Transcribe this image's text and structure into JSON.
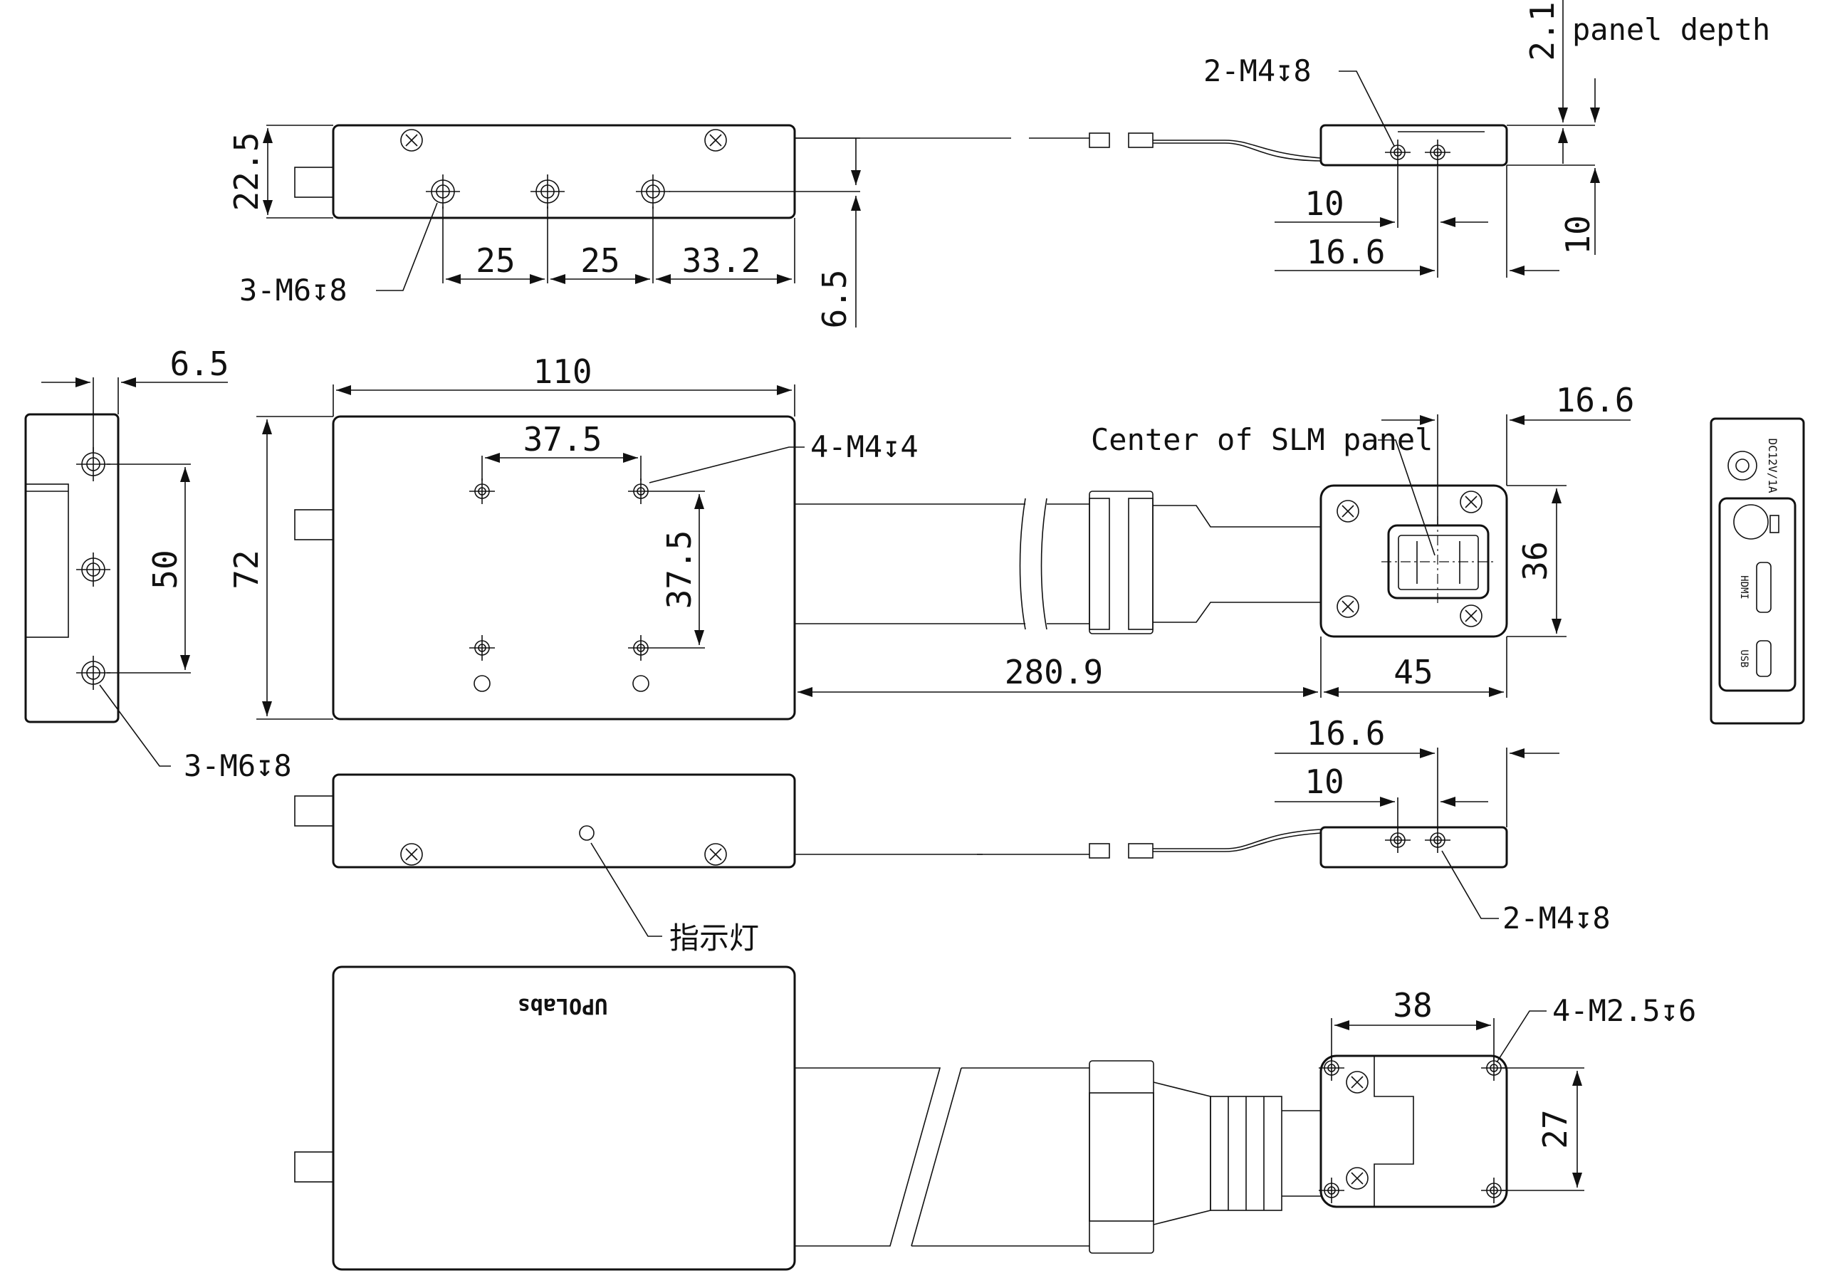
{
  "dims": {
    "top_height": "22.5",
    "top_spacing_a": "25",
    "top_spacing_b": "25",
    "top_spacing_c": "33.2",
    "top_offset": "6.5",
    "top_right_10": "10",
    "top_right_16": "16.6",
    "top_right_10v": "10",
    "panel_depth_val": "2.1",
    "left_offset": "6.5",
    "left_spacing": "50",
    "main_width": "110",
    "main_height": "72",
    "hole_spacing_h": "37.5",
    "hole_spacing_v": "37.5",
    "cable_length": "280.9",
    "head_width": "45",
    "head_height": "36",
    "center_offset": "16.6",
    "mid_right_16": "16.6",
    "mid_right_10": "10",
    "bottom_38": "38",
    "bottom_27": "27"
  },
  "labels": {
    "panel_depth": "panel depth",
    "m4_top": "2-M4↧8",
    "m6_top": "3-M6↧8",
    "m4_main": "4-M4↧4",
    "center_slm": "Center of SLM panel",
    "m6_left": "3-M6↧8",
    "indicator": "指示灯",
    "m4_mid": "2-M4↧8",
    "m25": "4-M2.5↧6",
    "logo": "UPOLabs",
    "port_dc": "DC12V/1A",
    "port_hdmi": "HDMI",
    "port_usb": "USB"
  },
  "icons": [
    "screw-icon",
    "dc-jack-icon",
    "hdmi-port-icon",
    "usb-port-icon",
    "led-icon"
  ]
}
